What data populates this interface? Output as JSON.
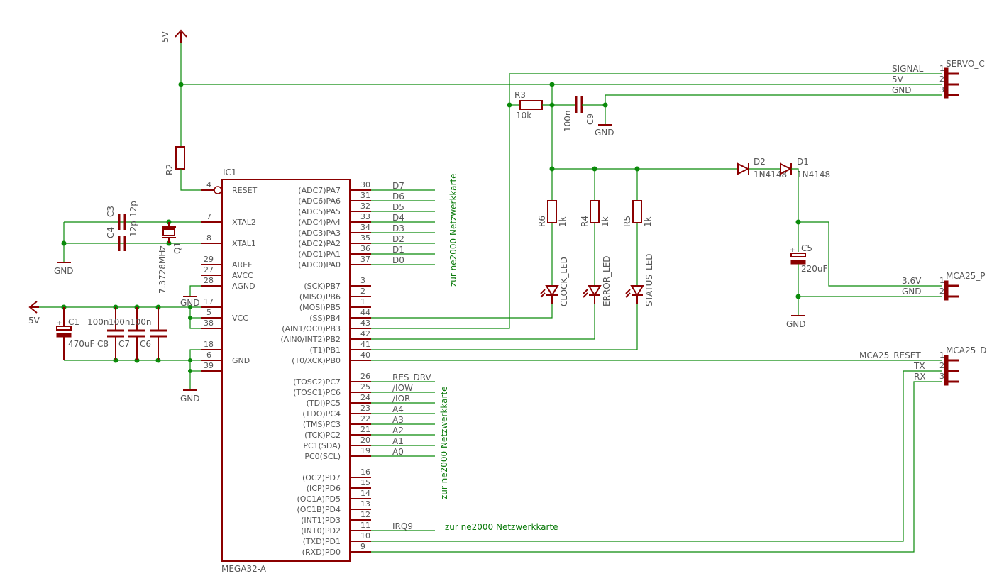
{
  "schematic": {
    "supply_5v": "5V",
    "gnd": "GND",
    "ic": {
      "ref": "IC1",
      "value": "MEGA32-A",
      "left_pins": [
        {
          "num": "4",
          "name": "RESET"
        },
        {
          "num": "7",
          "name": "XTAL2"
        },
        {
          "num": "8",
          "name": "XTAL1"
        },
        {
          "num": "29",
          "name": "AREF"
        },
        {
          "num": "27",
          "name": "AVCC"
        },
        {
          "num": "28",
          "name": "AGND"
        },
        {
          "num": "17",
          "name": ""
        },
        {
          "num": "5",
          "name": "VCC"
        },
        {
          "num": "38",
          "name": ""
        },
        {
          "num": "18",
          "name": ""
        },
        {
          "num": "6",
          "name": "GND"
        },
        {
          "num": "39",
          "name": ""
        }
      ],
      "porta": [
        {
          "num": "30",
          "name": "(ADC7)PA7",
          "net": "D7"
        },
        {
          "num": "31",
          "name": "(ADC6)PA6",
          "net": "D6"
        },
        {
          "num": "32",
          "name": "(ADC5)PA5",
          "net": "D5"
        },
        {
          "num": "33",
          "name": "(ADC4)PA4",
          "net": "D4"
        },
        {
          "num": "34",
          "name": "(ADC3)PA3",
          "net": "D3"
        },
        {
          "num": "35",
          "name": "(ADC2)PA2",
          "net": "D2"
        },
        {
          "num": "36",
          "name": "(ADC1)PA1",
          "net": "D1"
        },
        {
          "num": "37",
          "name": "(ADC0)PA0",
          "net": "D0"
        }
      ],
      "portb": [
        {
          "num": "3",
          "name": "(SCK)PB7"
        },
        {
          "num": "2",
          "name": "(MISO)PB6"
        },
        {
          "num": "1",
          "name": "(MOSI)PB5"
        },
        {
          "num": "44",
          "name": "(SS)PB4"
        },
        {
          "num": "43",
          "name": "(AIN1/OC0)PB3"
        },
        {
          "num": "42",
          "name": "(AIN0/INT2)PB2"
        },
        {
          "num": "41",
          "name": "(T1)PB1"
        },
        {
          "num": "40",
          "name": "(T0/XCK)PB0"
        }
      ],
      "portc": [
        {
          "num": "26",
          "name": "(TOSC2)PC7",
          "net": "RES_DRV"
        },
        {
          "num": "25",
          "name": "(TOSC1)PC6",
          "net": "/IOW"
        },
        {
          "num": "24",
          "name": "(TDI)PC5",
          "net": "/IOR"
        },
        {
          "num": "23",
          "name": "(TDO)PC4",
          "net": "A4"
        },
        {
          "num": "22",
          "name": "(TMS)PC3",
          "net": "A3"
        },
        {
          "num": "21",
          "name": "(TCK)PC2",
          "net": "A2"
        },
        {
          "num": "20",
          "name": "PC1(SDA)",
          "net": "A1"
        },
        {
          "num": "19",
          "name": "PC0(SCL)",
          "net": "A0"
        }
      ],
      "portd": [
        {
          "num": "16",
          "name": "(OC2)PD7",
          "net": ""
        },
        {
          "num": "15",
          "name": "(ICP)PD6",
          "net": ""
        },
        {
          "num": "14",
          "name": "(OC1A)PD5",
          "net": ""
        },
        {
          "num": "13",
          "name": "(OC1B)PD4",
          "net": ""
        },
        {
          "num": "12",
          "name": "(INT1)PD3",
          "net": ""
        },
        {
          "num": "11",
          "name": "(INT0)PD2",
          "net": "IRQ9"
        },
        {
          "num": "10",
          "name": "(TXD)PD1",
          "net": ""
        },
        {
          "num": "9",
          "name": "(RXD)PD0",
          "net": ""
        }
      ]
    },
    "notes": {
      "porta": "zur ne2000 Netzwerkkarte",
      "portc": "zur ne2000 Netzwerkkarte",
      "irq": "zur ne2000 Netzwerkkarte"
    },
    "parts": {
      "r2": "R2",
      "c3": "C3",
      "c3_val": "12p",
      "c4": "C4",
      "c4_val": "12p",
      "q1": "Q1",
      "q1_val": "7.3728MHz",
      "c1": "C1",
      "c1_val": "470uF",
      "c8": "C8",
      "c8_val": "100n",
      "c7": "C7",
      "c7_val": "100n",
      "c6": "C6",
      "c6_val": "100n",
      "r3": "R3",
      "r3_val": "10k",
      "c9": "C9",
      "c9_val": "100n",
      "r6": "R6",
      "r6_val": "1k",
      "r4": "R4",
      "r4_val": "1k",
      "r5": "R5",
      "r5_val": "1k",
      "led1": "CLOCK_LED",
      "led2": "ERROR_LED",
      "led3": "STATUS_LED",
      "d2": "D2",
      "d2_val": "1N4148",
      "d1": "D1",
      "d1_val": "1N4148",
      "c5": "C5",
      "c5_val": "220uF"
    },
    "connectors": {
      "servo": {
        "name": "SERVO_C",
        "pins": [
          {
            "num": "1",
            "net": "SIGNAL"
          },
          {
            "num": "2",
            "net": "5V"
          },
          {
            "num": "3",
            "net": "GND"
          }
        ]
      },
      "mca_power": {
        "name": "MCA25_P",
        "pins": [
          {
            "num": "1",
            "net": "3.6V"
          },
          {
            "num": "2",
            "net": "GND"
          }
        ]
      },
      "mca_data": {
        "name": "MCA25_D",
        "pins": [
          {
            "num": "1",
            "net": "MCA25_RESET"
          },
          {
            "num": "2",
            "net": "TX"
          },
          {
            "num": "3",
            "net": "RX"
          }
        ]
      }
    }
  }
}
